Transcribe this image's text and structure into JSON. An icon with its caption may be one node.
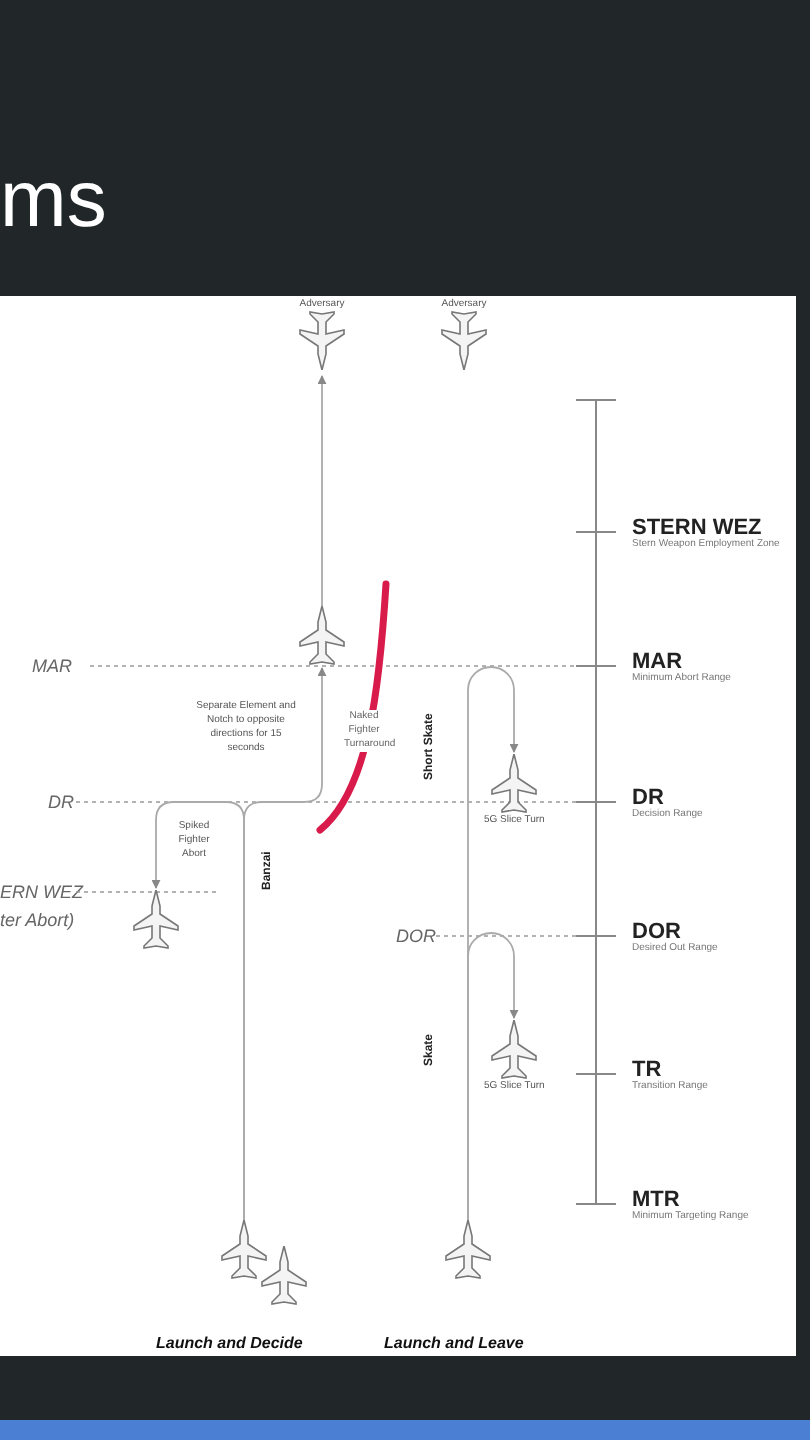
{
  "diagram": {
    "title": "ms",
    "nodes": [
      {
        "text": [
          "Adversary"
        ]
      },
      {
        "text": [
          "Adversary"
        ]
      },
      {
        "text": [],
        "shape": "picture"
      },
      {
        "text": [],
        "shape": "picture"
      },
      {
        "text": [
          "5G Slice Turn"
        ]
      },
      {
        "text": [
          "5G Slice Turn"
        ]
      },
      {
        "text": [],
        "shape": "picture"
      },
      {
        "text": [],
        "shape": "picture"
      },
      {
        "text": [],
        "shape": "picture"
      }
    ],
    "edges": [
      {
        "from": 2,
        "to": 0,
        "arrow": "to"
      },
      {
        "from": 6,
        "to": 2,
        "arrow": "to",
        "label": "Separate Element and Notch to opposite directions for 15 seconds"
      },
      {
        "from": 6,
        "to": 3,
        "arrow": "to",
        "label": "Spiked Fighter Abort"
      },
      {
        "from": 8,
        "to": 4,
        "arrow": "to",
        "label": "Short Skate"
      },
      {
        "from": 8,
        "to": 5,
        "arrow": "to",
        "label": "Skate"
      }
    ],
    "labels": [
      "STERN WEZ",
      "Stern Weapon Employment Zone",
      "MAR",
      "MAR",
      "Minimum Abort Range",
      "Naked Fighter Turnaround",
      "DR",
      "DR",
      "Decision Range",
      "Banzai",
      "ERN WEZ",
      "ter Abort)",
      "DOR",
      "DOR",
      "Desired Out Range",
      "TR",
      "Transition Range",
      "MTR",
      "Minimum Targeting Range",
      "Launch and Decide",
      "Launch and Leave"
    ]
  }
}
